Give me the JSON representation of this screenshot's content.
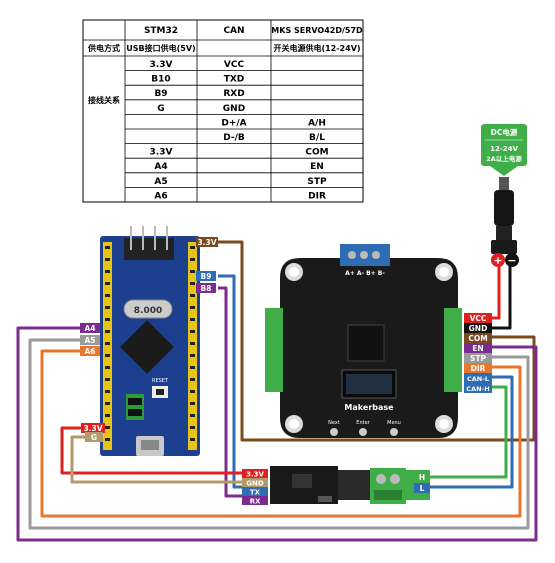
{
  "table": {
    "headers": [
      "",
      "STM32",
      "CAN",
      "MKS SERVO42D/57D"
    ],
    "power_row": [
      "供电方式",
      "USB接口供电(5V)",
      "",
      "开关电源供电(12-24V)"
    ],
    "group_label": "接线关系",
    "rows": [
      [
        "3.3V",
        "VCC",
        ""
      ],
      [
        "B10",
        "TXD",
        ""
      ],
      [
        "B9",
        "RXD",
        ""
      ],
      [
        "G",
        "GND",
        ""
      ],
      [
        "",
        "D+/A",
        "A/H"
      ],
      [
        "",
        "D-/B",
        "B/L"
      ],
      [
        "3.3V",
        "",
        "COM"
      ],
      [
        "A4",
        "",
        "EN"
      ],
      [
        "A5",
        "",
        "STP"
      ],
      [
        "A6",
        "",
        "DIR"
      ]
    ]
  },
  "dc_power": {
    "title": "DC电源",
    "voltage": "12-24V",
    "current": "2A以上电源",
    "plus": "+",
    "minus": "−"
  },
  "stm32_tags": {
    "top_3v3": "3.3V",
    "b9": "B9",
    "b8": "B8",
    "a4": "A4",
    "a5": "A5",
    "a6": "A6",
    "bottom_3v3": "3.3V",
    "g": "G"
  },
  "stm32_board": {
    "crystal": "8.000",
    "reset": "RESET"
  },
  "can_tags": {
    "v33": "3.3V",
    "gnd": "GND",
    "tx": "TX",
    "rx": "RX",
    "h": "H",
    "l": "L"
  },
  "servo_tags": {
    "vcc": "VCC",
    "gnd": "GND",
    "com": "COM",
    "en": "EN",
    "stp": "STP",
    "dir": "DIR",
    "can_l": "CAN-L",
    "can_h": "CAN-H"
  },
  "servo_board": {
    "brand": "Makerbase",
    "buttons": [
      "Next",
      "Enter",
      "Menu"
    ],
    "motor_pins": "A+ A- B+ B-"
  },
  "colors": {
    "red": "#e02020",
    "black": "#111111",
    "brown": "#7a4a1c",
    "purple": "#7b2d8e",
    "gray": "#9a9a9a",
    "orange": "#e8762d",
    "blue": "#2e6db3",
    "tan": "#b39a6a",
    "pcb_blue": "#1d3f8f",
    "green_term": "#3fae49"
  }
}
